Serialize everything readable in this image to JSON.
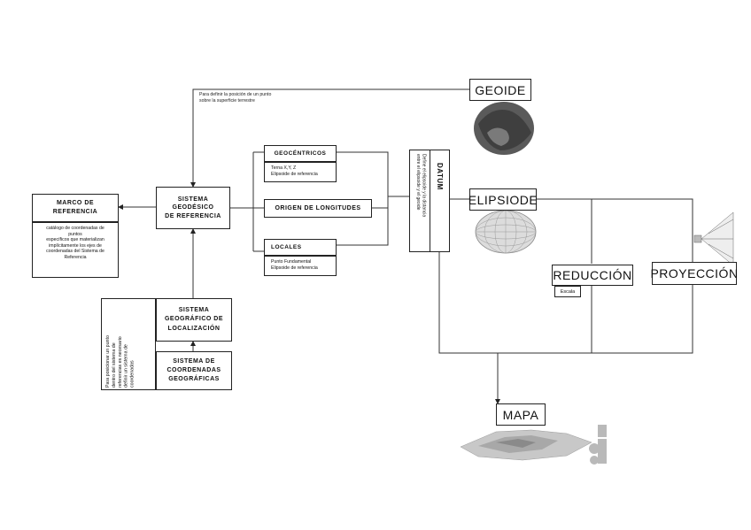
{
  "geoide": {
    "label": "GEOIDE",
    "note_line1": "Para definir la posición de un punto",
    "note_line2": "sobre la superficie terrestre"
  },
  "sistema_geodesico": {
    "line1": "SISTEMA",
    "line2": "GEODÉSICO",
    "line3": "DE REFERENCIA"
  },
  "marco": {
    "line1": "MARCO DE",
    "line2": "REFERENCIA",
    "desc": [
      "catálogo de coordenadas de",
      "puntos",
      "específicos que materializan",
      "implícitamente los ejes de",
      "coordenadas del Sistema de",
      "Referencia"
    ]
  },
  "geocentricos": {
    "title": "GEOCÉNTRICOS",
    "sub1": "Terna X,Y, Z",
    "sub2": "Elipsoide de referencia"
  },
  "origen": {
    "title": "ORIGEN DE LONGITUDES"
  },
  "locales": {
    "title": "LOCALES",
    "sub1": "Punto Fundamental",
    "sub2": "Elipsoide de referencia"
  },
  "datum": {
    "title": "DATUM",
    "note_line1": "Define el elipsoide y la distancia",
    "note_line2": "entre el elipsoide y el geoide"
  },
  "elipsiode": {
    "label": "ELIPSIODE"
  },
  "reduccion": {
    "label": "REDUCCIÓN",
    "escala": "Escala"
  },
  "proyeccion": {
    "label": "PROYECCIÓN"
  },
  "mapa": {
    "label": "MAPA"
  },
  "sistema_geografico": {
    "line1": "SISTEMA",
    "line2": "GEOGRÁFICO DE",
    "line3": "LOCALIZACIÓN"
  },
  "coordenadas": {
    "line1": "SISTEMA DE",
    "line2": "COORDENADAS",
    "line3": "GEOGRÁFICAS"
  },
  "vertical_note": [
    "Para posicionar un punto",
    "dentro del sistema de",
    "referencias es necesario",
    "definir un sistema de",
    "coordenadas"
  ]
}
